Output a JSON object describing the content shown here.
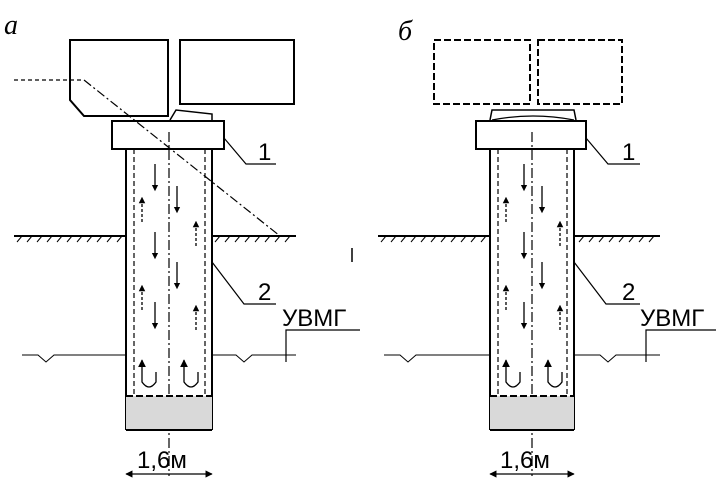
{
  "panels": [
    {
      "letter": "а",
      "callout_1": "1",
      "callout_2": "2",
      "water_level": "УВМГ",
      "width": "1,6м"
    },
    {
      "letter": "б",
      "callout_1": "1",
      "callout_2": "2",
      "water_level": "УВМГ",
      "width": "1,6м"
    }
  ],
  "colors": {
    "stroke": "#000000",
    "plug_fill": "#d9d9d9",
    "background": "#ffffff"
  }
}
